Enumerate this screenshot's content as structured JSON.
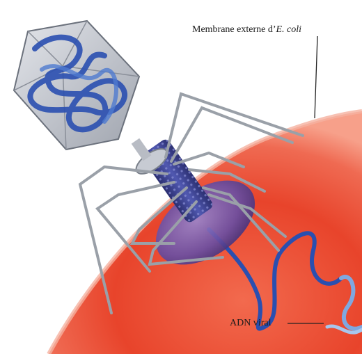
{
  "labels": {
    "membrane_prefix": "Membrane externe d’",
    "membrane_species": "E. coli",
    "viral_dna": "ADN viral"
  },
  "colors": {
    "membrane": "#e8442b",
    "membrane_highlight": "#f7a08a",
    "capsid": "#cfd2d8",
    "dna": "#2a4fb0",
    "baseplate": "#6a4fa3",
    "sheath": "#3a3f8c",
    "legs": "#9aa0a8"
  }
}
